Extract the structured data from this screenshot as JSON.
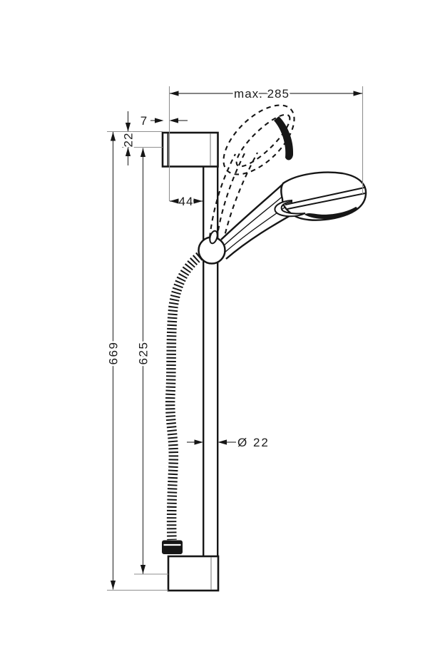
{
  "colors": {
    "background": "#ffffff",
    "part_outline": "#161616",
    "dimension_line": "#3a3a3a",
    "construction_line": "#8f8f8f",
    "text": "#1c1c1c"
  },
  "dimensions": {
    "max_width": "max. 285",
    "bracket_offset": "7",
    "bracket_top_height": "22",
    "rail_wall_distance": "44",
    "overall_height": "669",
    "rail_length": "625",
    "rail_diameter": "Ø 22"
  }
}
